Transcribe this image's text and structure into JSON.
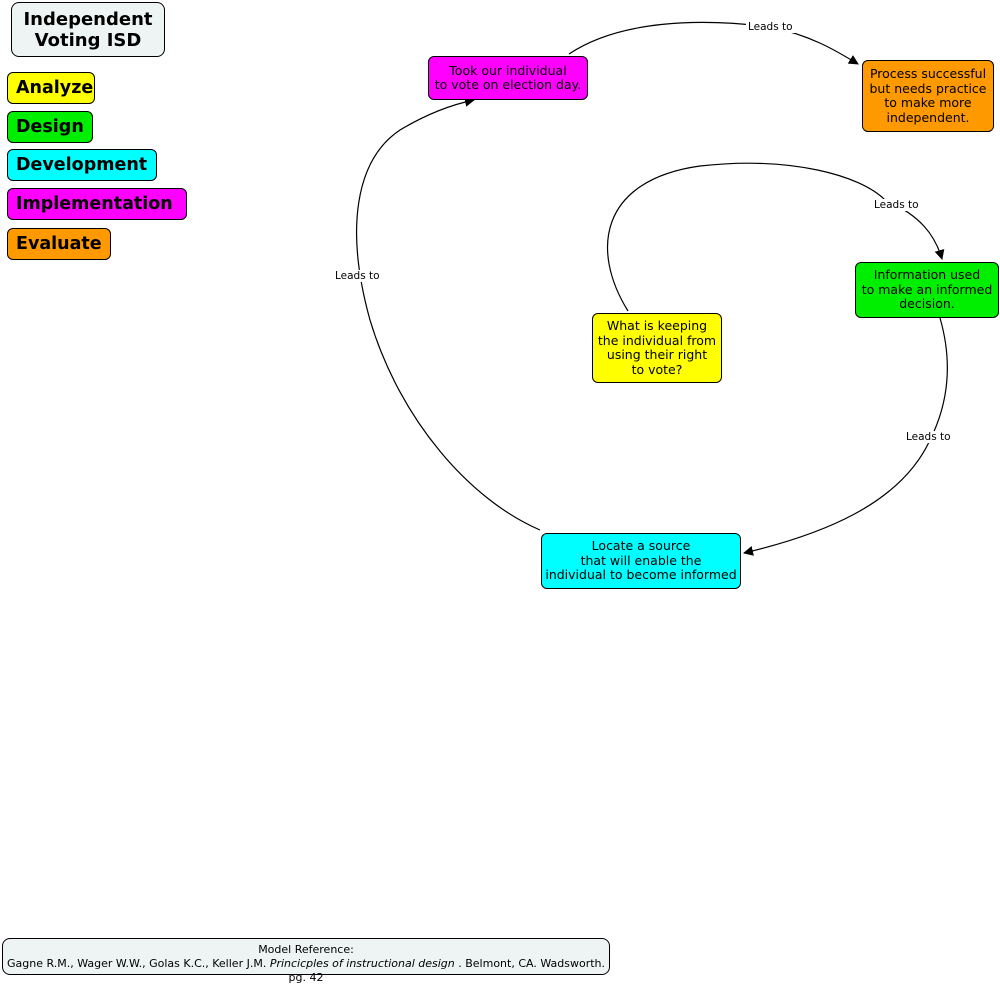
{
  "title": "Independent\nVoting ISD",
  "legend": [
    {
      "label": "Analyze",
      "color": "#ffff00"
    },
    {
      "label": "Design",
      "color": "#00ee00"
    },
    {
      "label": "Development",
      "color": "#00ffff"
    },
    {
      "label": "Implementation",
      "color": "#ff00ff"
    },
    {
      "label": "Evaluate",
      "color": "#ff9900"
    }
  ],
  "nodes": {
    "took": {
      "text": "Took our individual\nto vote on election day.",
      "color": "#ff00ff"
    },
    "process": {
      "text": "Process successful\nbut needs practice\nto make more\nindependent.",
      "color": "#ff9900"
    },
    "info": {
      "text": "Information used\nto make an informed\ndecision.",
      "color": "#00ee00"
    },
    "keeping": {
      "text": "What is keeping\nthe individual from\nusing their right\nto vote?",
      "color": "#ffff00"
    },
    "locate": {
      "text": "Locate a source\nthat will enable the\nindividual to become informed",
      "color": "#00ffff"
    }
  },
  "link_label": "Leads to",
  "reference": {
    "line1": "Model Reference:",
    "authors": "Gagne R.M., Wager W.W., Golas K.C., Keller J.M. ",
    "book": "Princicples of instructional design",
    "rest": " . Belmont, CA. Wadsworth. pg. 42"
  }
}
